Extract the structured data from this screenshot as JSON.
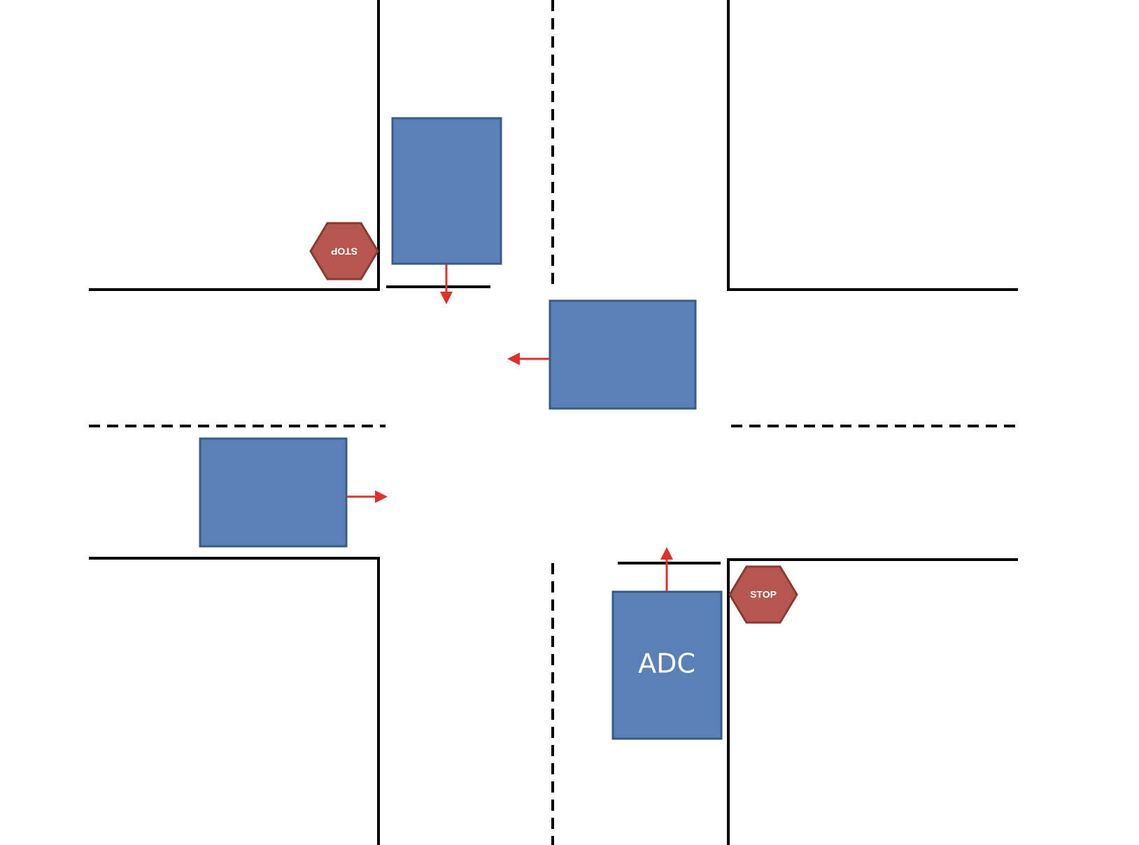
{
  "colors": {
    "vehicle_fill": "#5b80b8",
    "arrow": "#e0302a",
    "stop_sign_fill": "#b5564f",
    "line": "#000000",
    "background": "#ffffff"
  },
  "stop_sign_north": {
    "label": "STOP",
    "orientation": "upside-down"
  },
  "stop_sign_south": {
    "label": "STOP",
    "orientation": "upright"
  },
  "vehicles": {
    "adc": {
      "label": "ADC",
      "direction": "north"
    },
    "north_car": {
      "label": "",
      "direction": "south"
    },
    "east_car": {
      "label": "",
      "direction": "west"
    },
    "west_car": {
      "label": "",
      "direction": "east"
    }
  }
}
